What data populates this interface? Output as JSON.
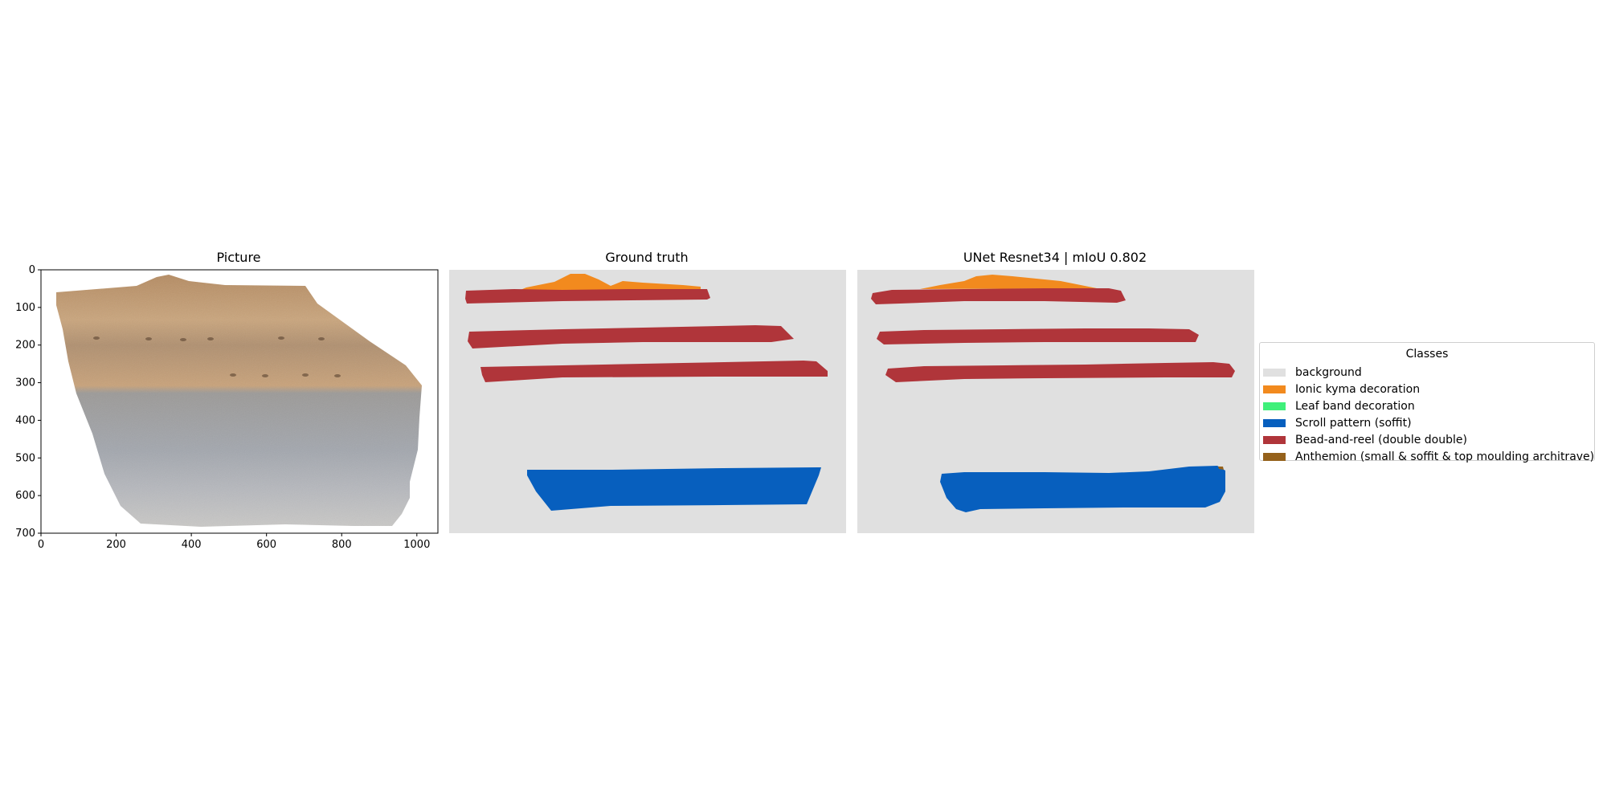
{
  "panels": {
    "picture": {
      "title": "Picture"
    },
    "ground_truth": {
      "title": "Ground truth"
    },
    "prediction": {
      "title": "UNet Resnet34 | mIoU 0.802"
    }
  },
  "axes": {
    "x_ticks": [
      "0",
      "200",
      "400",
      "600",
      "800",
      "1000"
    ],
    "y_ticks": [
      "0",
      "100",
      "200",
      "300",
      "400",
      "500",
      "600",
      "700"
    ]
  },
  "legend": {
    "title": "Classes",
    "items": [
      {
        "label": "background",
        "color": "#e0e0e0"
      },
      {
        "label": "Ionic kyma decoration",
        "color": "#f28a1e"
      },
      {
        "label": "Leaf band decoration",
        "color": "#3ff07a"
      },
      {
        "label": "Scroll pattern (soffit)",
        "color": "#075fbe"
      },
      {
        "label": "Bead-and-reel (double double)",
        "color": "#b0353a"
      },
      {
        "label": "Anthemion (small & soffit & top moulding architrave)",
        "color": "#95611b"
      }
    ]
  }
}
